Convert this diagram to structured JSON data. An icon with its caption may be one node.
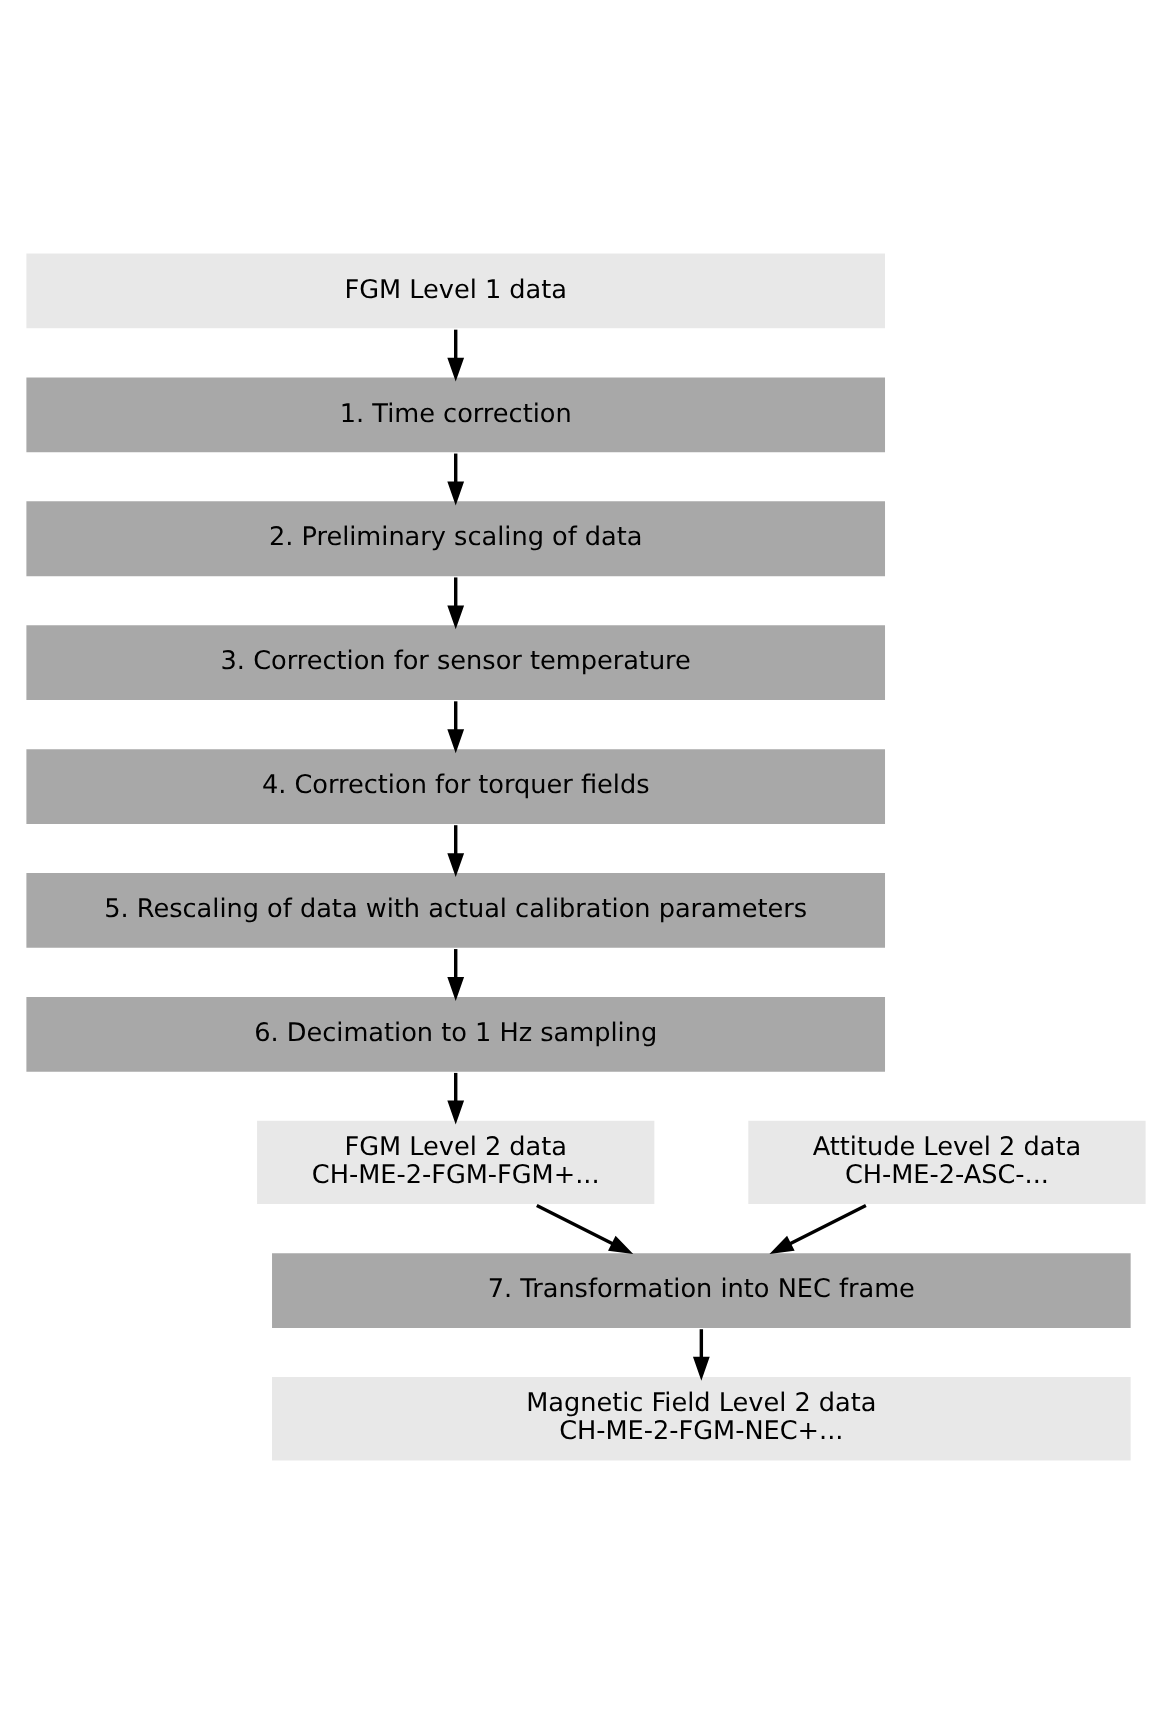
{
  "diagram": {
    "nodes": [
      {
        "text": [
          "FGM Level 1 data"
        ]
      },
      {
        "text": [
          "1. Time correction"
        ]
      },
      {
        "text": [
          "2. Preliminary scaling of data"
        ]
      },
      {
        "text": [
          "3. Correction for sensor temperature"
        ]
      },
      {
        "text": [
          "4. Correction for torquer fields"
        ]
      },
      {
        "text": [
          "5. Rescaling of data with actual calibration parameters"
        ]
      },
      {
        "text": [
          "6. Decimation to 1 Hz sampling"
        ]
      },
      {
        "text": [
          "FGM Level 2 data",
          "CH-ME-2-FGM-FGM+..."
        ]
      },
      {
        "text": [
          "Attitude Level 2 data",
          "CH-ME-2-ASC-..."
        ]
      },
      {
        "text": [
          "7. Transformation into NEC frame"
        ]
      },
      {
        "text": [
          "Magnetic Field Level 2 data",
          "CH-ME-2-FGM-NEC+..."
        ]
      }
    ],
    "edges": [
      {
        "from": 0,
        "to": 1,
        "arrow": "to"
      },
      {
        "from": 1,
        "to": 2,
        "arrow": "to"
      },
      {
        "from": 2,
        "to": 3,
        "arrow": "to"
      },
      {
        "from": 3,
        "to": 4,
        "arrow": "to"
      },
      {
        "from": 4,
        "to": 5,
        "arrow": "to"
      },
      {
        "from": 5,
        "to": 6,
        "arrow": "to"
      },
      {
        "from": 6,
        "to": 7,
        "arrow": "to"
      },
      {
        "from": 7,
        "to": 9,
        "arrow": "to"
      },
      {
        "from": 8,
        "to": 9,
        "arrow": "to"
      },
      {
        "from": 9,
        "to": 10,
        "arrow": "to"
      }
    ]
  }
}
